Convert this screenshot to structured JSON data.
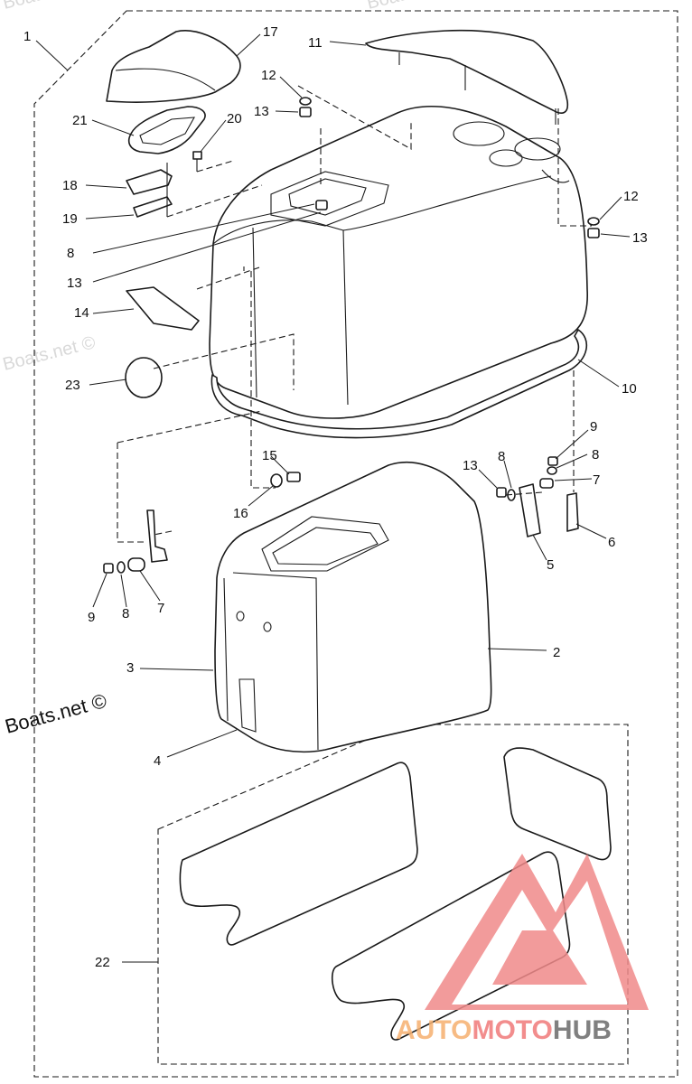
{
  "watermarks": {
    "boats_net": "Boats.net ©",
    "boats_net_black": "Boats.net ©"
  },
  "logo": {
    "text_auto": "AUTO",
    "text_moto": "MOTO",
    "text_hub": "HUB",
    "colors": {
      "auto": "#f6b06f",
      "moto": "#f07a7a",
      "hub": "#6b6b6b",
      "triangle": "#f08a8a"
    }
  },
  "callouts": {
    "c1": "1",
    "c2": "2",
    "c3": "3",
    "c4": "4",
    "c5": "5",
    "c6": "6",
    "c7a": "7",
    "c7b": "7",
    "c8a": "8",
    "c8b": "8",
    "c8c": "8",
    "c8d": "8",
    "c9a": "9",
    "c9b": "9",
    "c10": "10",
    "c11": "11",
    "c12a": "12",
    "c12b": "12",
    "c13a": "13",
    "c13b": "13",
    "c13c": "13",
    "c13d": "13",
    "c14": "14",
    "c15": "15",
    "c16": "16",
    "c17": "17",
    "c18": "18",
    "c19": "19",
    "c20": "20",
    "c21": "21",
    "c22": "22",
    "c23": "23"
  }
}
